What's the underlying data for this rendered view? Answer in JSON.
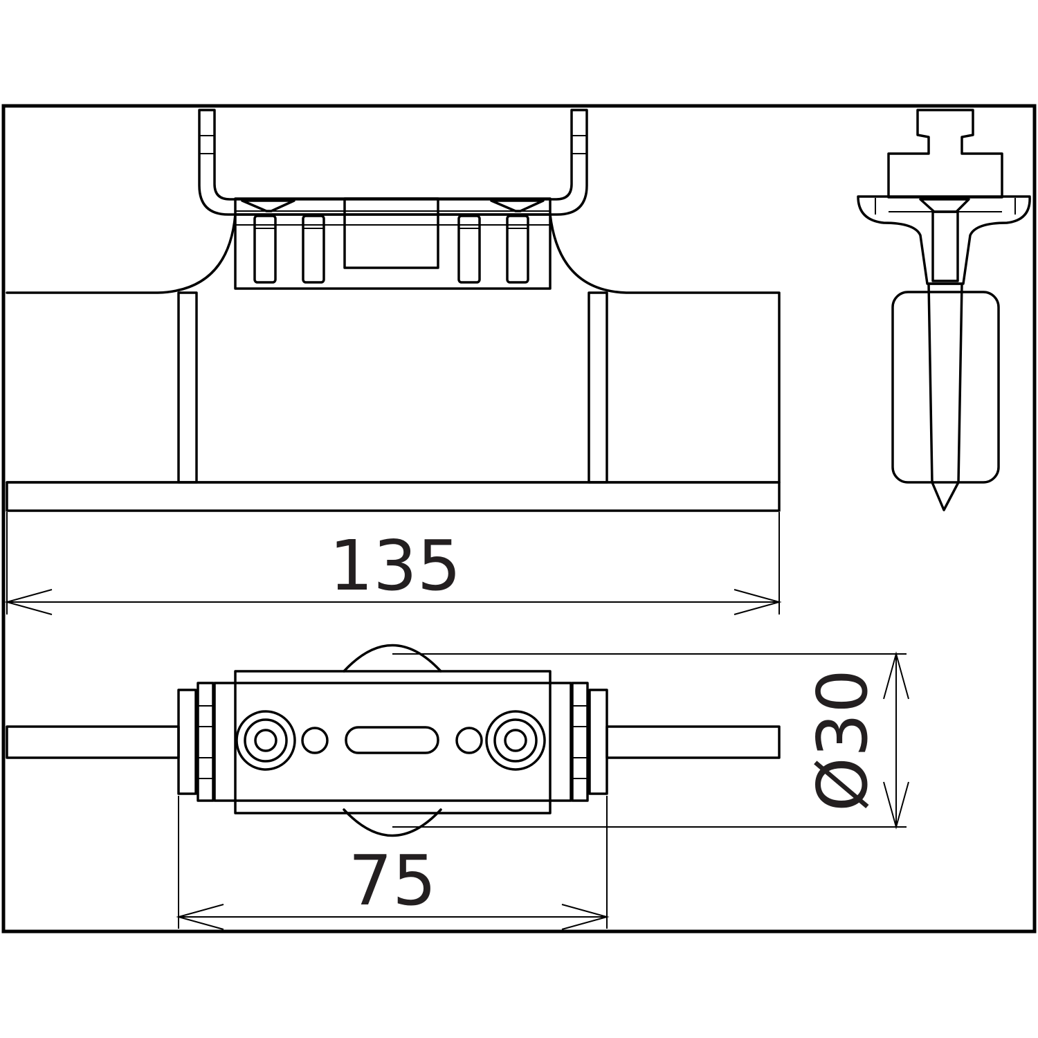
{
  "dimensions": {
    "length": "135",
    "spacing": "75",
    "diameter": "Ø30"
  }
}
